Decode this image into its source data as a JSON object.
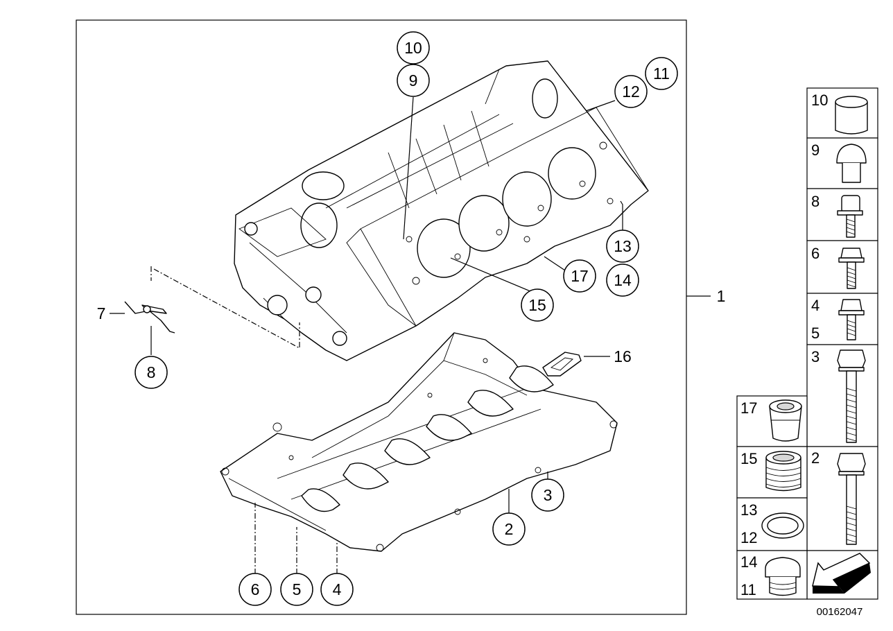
{
  "diagram": {
    "document_id": "00162047",
    "main_callouts": [
      {
        "label": "10"
      },
      {
        "label": "9"
      },
      {
        "label": "11"
      },
      {
        "label": "12"
      },
      {
        "label": "13"
      },
      {
        "label": "14"
      },
      {
        "label": "17"
      },
      {
        "label": "15"
      },
      {
        "label": "8"
      },
      {
        "label": "16"
      },
      {
        "label": "3"
      },
      {
        "label": "2"
      },
      {
        "label": "6"
      },
      {
        "label": "5"
      },
      {
        "label": "4"
      }
    ],
    "plain_labels": [
      {
        "label": "7"
      },
      {
        "label": "16"
      },
      {
        "label": "1"
      }
    ],
    "parts_column_right": [
      {
        "labels": [
          "10"
        ],
        "part": "sleeve"
      },
      {
        "labels": [
          "9"
        ],
        "part": "plug"
      },
      {
        "labels": [
          "8"
        ],
        "part": "socket-head-bolt"
      },
      {
        "labels": [
          "6"
        ],
        "part": "torx-bolt"
      },
      {
        "labels": [
          "4",
          "5"
        ],
        "part": "short-bolt"
      },
      {
        "labels": [
          "3"
        ],
        "part": "long-hex-bolt"
      },
      {
        "labels": [
          "2"
        ],
        "part": "hex-bolt"
      },
      {
        "labels": [],
        "part": "direction-arrow"
      }
    ],
    "parts_column_left": [
      {
        "labels": [
          "17"
        ],
        "part": "dowel-sleeve"
      },
      {
        "labels": [
          "15"
        ],
        "part": "threaded-plug"
      },
      {
        "labels": [
          "13",
          "12"
        ],
        "part": "sealing-ring"
      },
      {
        "labels": [
          "14",
          "11"
        ],
        "part": "screw-plug"
      }
    ]
  }
}
